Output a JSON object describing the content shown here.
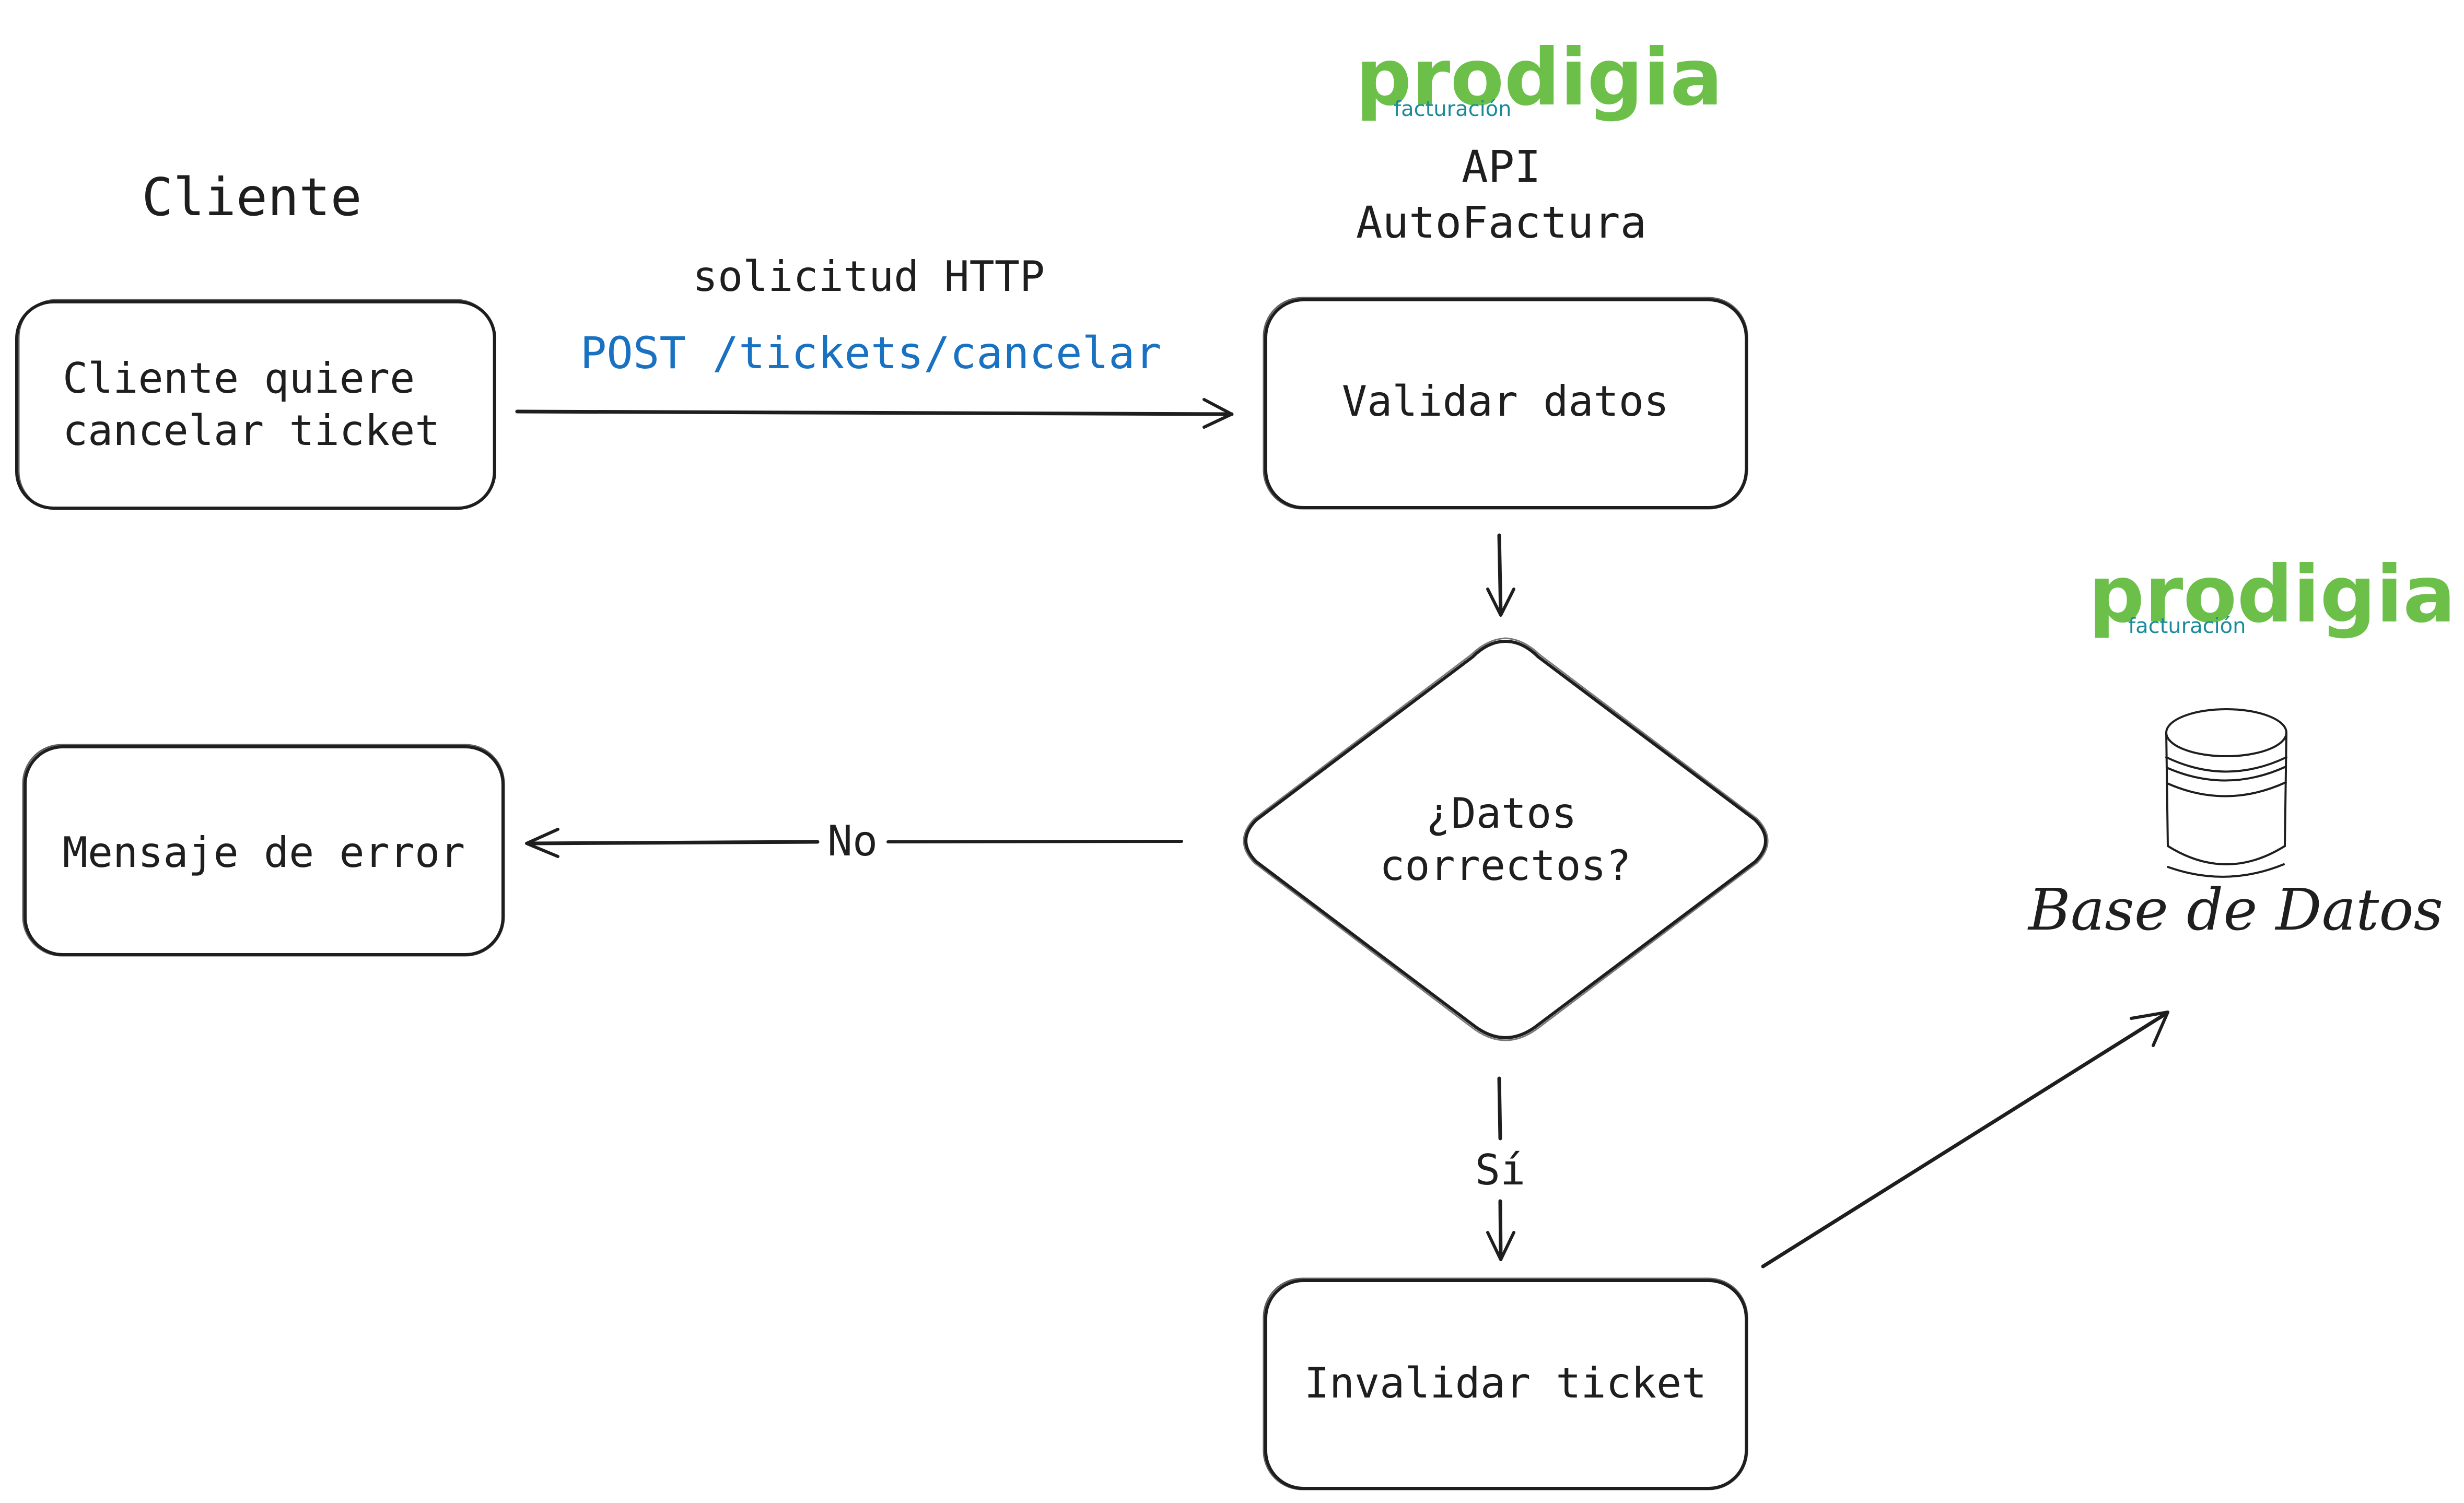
{
  "colors": {
    "ink": "#1e1e1e",
    "link": "#1971c2",
    "brand_green": "#6cc04a",
    "brand_teal": "#1a8a9a",
    "background": "#ffffff"
  },
  "brand": {
    "wordmark_top": "prodigia",
    "subtitle_top": "facturación",
    "wordmark_db": "prodigia",
    "subtitle_db": "facturación"
  },
  "lanes": {
    "client_title": "Cliente",
    "api_title_line1": "API",
    "api_title_line2": "AutoFactura"
  },
  "request": {
    "label": "solicitud HTTP",
    "endpoint": "POST /tickets/cancelar"
  },
  "nodes": {
    "client_box_line1": "Cliente quiere",
    "client_box_line2": "cancelar ticket",
    "validate": "Validar datos",
    "decision_line1": "¿Datos",
    "decision_line2": "correctos?",
    "error": "Mensaje de error",
    "invalidate": "Invalidar ticket",
    "database": "Base de Datos",
    "database_icon": "database-cylinder-icon"
  },
  "edges": {
    "no_label": "No",
    "yes_label": "Sí"
  }
}
